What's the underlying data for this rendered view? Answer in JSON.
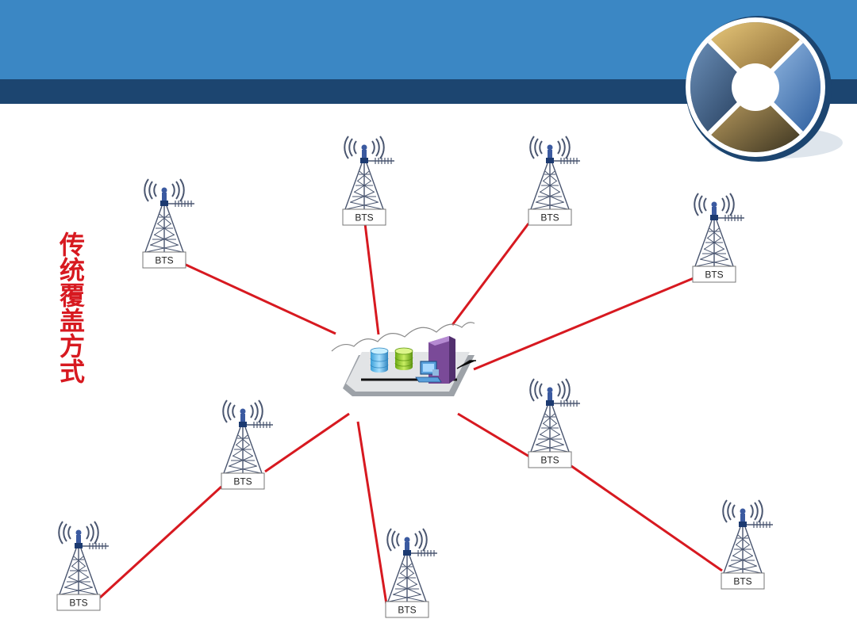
{
  "title": "传统覆盖方式",
  "bts_label": "BTS",
  "colors": {
    "link": "#d71920",
    "band_top": "#3b87c4",
    "band_dark": "#1c4570",
    "tower": "#4a5670",
    "title": "#d71920"
  },
  "icons": {
    "logo": "circular-photo-emblem-icon",
    "hub": "core-network-equipment-icon",
    "tower": "antenna-tower-icon"
  },
  "nodes": [
    {
      "id": "bts-1",
      "label": "BTS"
    },
    {
      "id": "bts-2",
      "label": "BTS"
    },
    {
      "id": "bts-3",
      "label": "BTS"
    },
    {
      "id": "bts-4",
      "label": "BTS"
    },
    {
      "id": "bts-5",
      "label": "BTS"
    },
    {
      "id": "bts-6",
      "label": "BTS"
    },
    {
      "id": "bts-7",
      "label": "BTS"
    },
    {
      "id": "bts-8",
      "label": "BTS"
    },
    {
      "id": "bts-9",
      "label": "BTS"
    }
  ],
  "edges": [
    {
      "from": "hub",
      "to": "bts-1"
    },
    {
      "from": "hub",
      "to": "bts-2"
    },
    {
      "from": "hub",
      "to": "bts-3"
    },
    {
      "from": "hub",
      "to": "bts-4"
    },
    {
      "from": "hub",
      "to": "bts-5"
    },
    {
      "from": "hub",
      "to": "bts-6"
    },
    {
      "from": "hub",
      "to": "bts-7"
    },
    {
      "from": "bts-5",
      "to": "bts-8"
    },
    {
      "from": "bts-6",
      "to": "bts-9"
    }
  ]
}
